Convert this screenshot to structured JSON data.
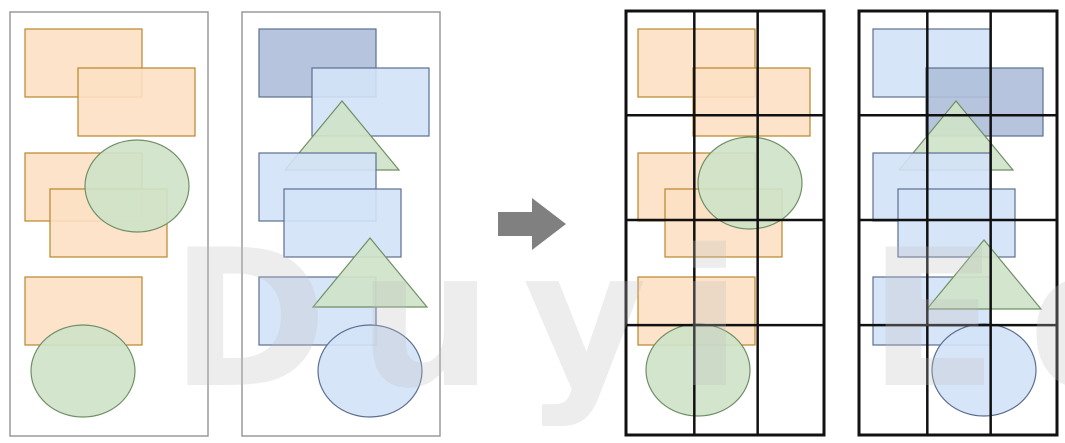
{
  "watermark": {
    "text": "Duyi Edu",
    "color": "#bdbdbd"
  },
  "palette": {
    "orange_fill": "#fde0c4",
    "orange_stroke": "#b8862a",
    "green_fill": "#cfe3c8",
    "green_stroke": "#6f8f66",
    "blue_fill": "#d3e2f7",
    "blue_dark_fill": "#aebfd9",
    "blue_stroke": "#5d6f8f",
    "arrow": "#808080",
    "panel_border": "#9a9a9a",
    "grid_line": "#111111"
  },
  "diagram": {
    "direction_icon": "right-arrow-icon",
    "before_panels": [
      {
        "name": "source-panel-orange",
        "theme": "orange"
      },
      {
        "name": "source-panel-blue",
        "theme": "blue"
      }
    ],
    "after_panels": [
      {
        "name": "gridded-panel-orange",
        "theme": "orange",
        "grid_columns": 3,
        "grid_rows": 4
      },
      {
        "name": "gridded-panel-blue",
        "theme": "blue",
        "grid_columns": 3,
        "grid_rows": 4
      }
    ]
  }
}
